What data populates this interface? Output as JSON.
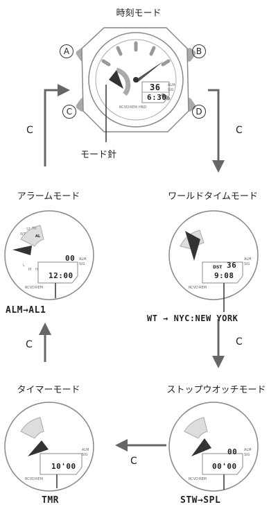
{
  "top_watch": {
    "title": "時刻モード",
    "buttons": {
      "a": "A",
      "b": "B",
      "c": "C",
      "d": "D"
    },
    "day_value": "36",
    "time_value": "6:30",
    "side_labels": [
      "ALM",
      "SIG"
    ],
    "bottom_labels": [
      "RCVD",
      "REM",
      "HND"
    ],
    "hand_caption": "モード針"
  },
  "modes": [
    {
      "title": "アラームモード",
      "display_top": "00",
      "display_main": "12:00",
      "side": [
        "ALM",
        "SIG"
      ],
      "bottom": [
        "RCVD",
        "REM"
      ],
      "caption": "ALM→AL1"
    },
    {
      "title": "ワールドタイムモード",
      "display_top": "36",
      "display_prefix": "DST",
      "display_main": "9:08",
      "side": [
        "ALM",
        "SIG"
      ],
      "bottom": [
        "RCVD",
        "REM"
      ],
      "caption": "WT → NYC:NEW YORK"
    },
    {
      "title": "タイマーモード",
      "display_main": "10'00",
      "side": [
        "ALM",
        "SIG"
      ],
      "bottom": [
        "RCVD",
        "REM"
      ],
      "caption": "TMR"
    },
    {
      "title": "ストップウオッチモード",
      "display_top": "00",
      "display_main": "00'00",
      "side": [
        "ALM",
        "SIG"
      ],
      "bottom": [
        "RCVD",
        "REM"
      ],
      "caption": "STW→SPL"
    }
  ],
  "arrow_labels": {
    "c1": "C",
    "c2": "C",
    "c3": "C",
    "c4": "C",
    "c5": "C"
  },
  "dial_letters": [
    "WT",
    "ST",
    "TR",
    "AL",
    "L",
    "M",
    "H"
  ]
}
